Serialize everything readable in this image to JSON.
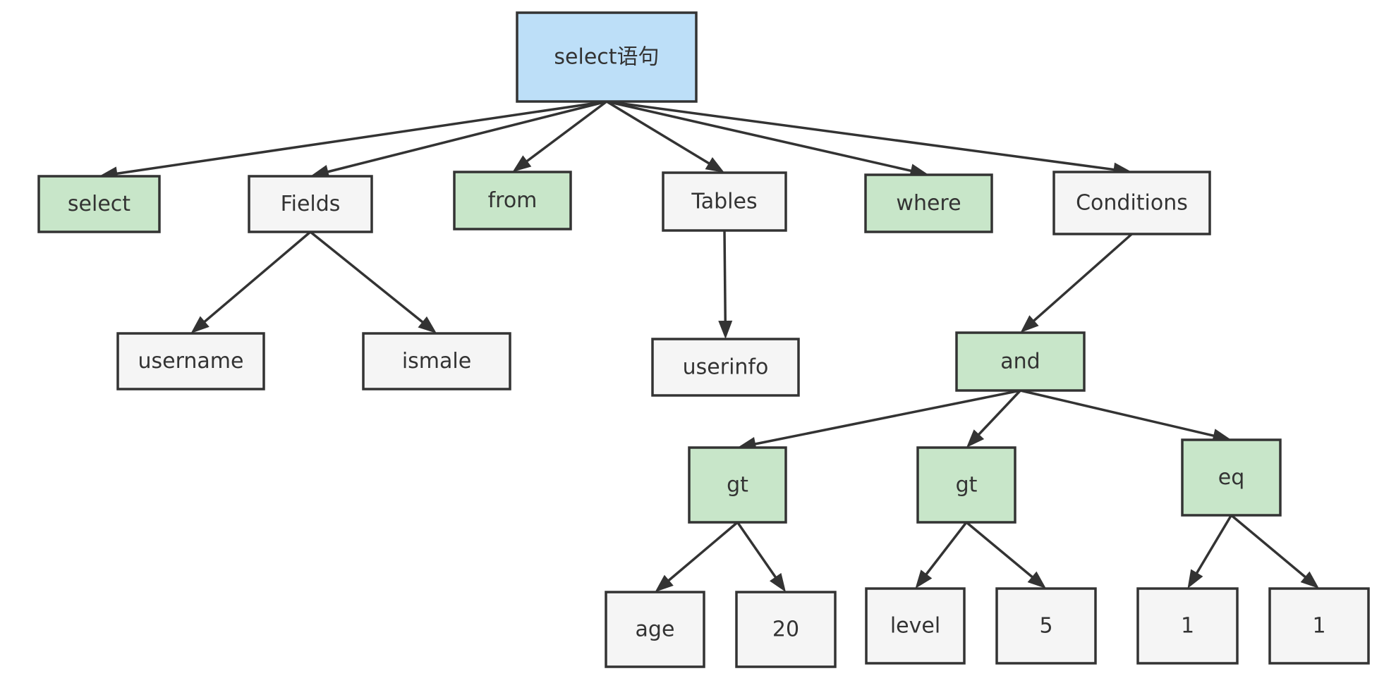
{
  "colors": {
    "root": "#bddff8",
    "keyword": "#c8e6c9",
    "default": "#f5f5f5",
    "stroke": "#333333"
  },
  "nodes": [
    {
      "id": "root",
      "label": "select语句",
      "kind": "root"
    },
    {
      "id": "select",
      "label": "select",
      "kind": "keyword"
    },
    {
      "id": "fields",
      "label": "Fields",
      "kind": "default"
    },
    {
      "id": "from",
      "label": "from",
      "kind": "keyword"
    },
    {
      "id": "tables",
      "label": "Tables",
      "kind": "default"
    },
    {
      "id": "where",
      "label": "where",
      "kind": "keyword"
    },
    {
      "id": "conditions",
      "label": "Conditions",
      "kind": "default"
    },
    {
      "id": "username",
      "label": "username",
      "kind": "default"
    },
    {
      "id": "ismale",
      "label": "ismale",
      "kind": "default"
    },
    {
      "id": "userinfo",
      "label": "userinfo",
      "kind": "default"
    },
    {
      "id": "and",
      "label": "and",
      "kind": "keyword"
    },
    {
      "id": "gt1",
      "label": "gt",
      "kind": "keyword"
    },
    {
      "id": "gt2",
      "label": "gt",
      "kind": "keyword"
    },
    {
      "id": "eq",
      "label": "eq",
      "kind": "keyword"
    },
    {
      "id": "age",
      "label": "age",
      "kind": "default"
    },
    {
      "id": "v20",
      "label": "20",
      "kind": "default"
    },
    {
      "id": "level",
      "label": "level",
      "kind": "default"
    },
    {
      "id": "v5",
      "label": "5",
      "kind": "default"
    },
    {
      "id": "one_a",
      "label": "1",
      "kind": "default"
    },
    {
      "id": "one_b",
      "label": "1",
      "kind": "default"
    }
  ],
  "edges": [
    [
      "root",
      "select"
    ],
    [
      "root",
      "fields"
    ],
    [
      "root",
      "from"
    ],
    [
      "root",
      "tables"
    ],
    [
      "root",
      "where"
    ],
    [
      "root",
      "conditions"
    ],
    [
      "fields",
      "username"
    ],
    [
      "fields",
      "ismale"
    ],
    [
      "tables",
      "userinfo"
    ],
    [
      "conditions",
      "and"
    ],
    [
      "and",
      "gt1"
    ],
    [
      "and",
      "gt2"
    ],
    [
      "and",
      "eq"
    ],
    [
      "gt1",
      "age"
    ],
    [
      "gt1",
      "v20"
    ],
    [
      "gt2",
      "level"
    ],
    [
      "gt2",
      "v5"
    ],
    [
      "eq",
      "one_a"
    ],
    [
      "eq",
      "one_b"
    ]
  ]
}
